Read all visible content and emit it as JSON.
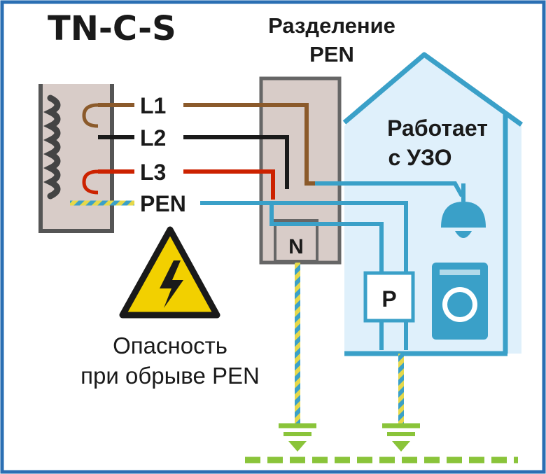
{
  "title": "TN-C-S",
  "split_label": [
    "Разделение",
    "PEN"
  ],
  "house_label": [
    "Работает",
    "с УЗО"
  ],
  "danger_label": [
    "Опасность",
    "при обрыве PEN"
  ],
  "wires": [
    {
      "label": "L1",
      "color": "#8b5a2b"
    },
    {
      "label": "L2",
      "color": "#1a1a1a"
    },
    {
      "label": "L3",
      "color": "#cc2200"
    },
    {
      "label": "PEN",
      "color": "#3aa0c8"
    }
  ],
  "n_label": "N",
  "p_label": "P",
  "colors": {
    "frame": "#2b6fb3",
    "house": "#dff0fb",
    "house_outline": "#3aa0c8",
    "box": "#d8ccc8",
    "box_outline": "#666666",
    "ground": "#8ac43a",
    "warning": "#f2d000",
    "pe_stripe": "#e6d84a"
  }
}
